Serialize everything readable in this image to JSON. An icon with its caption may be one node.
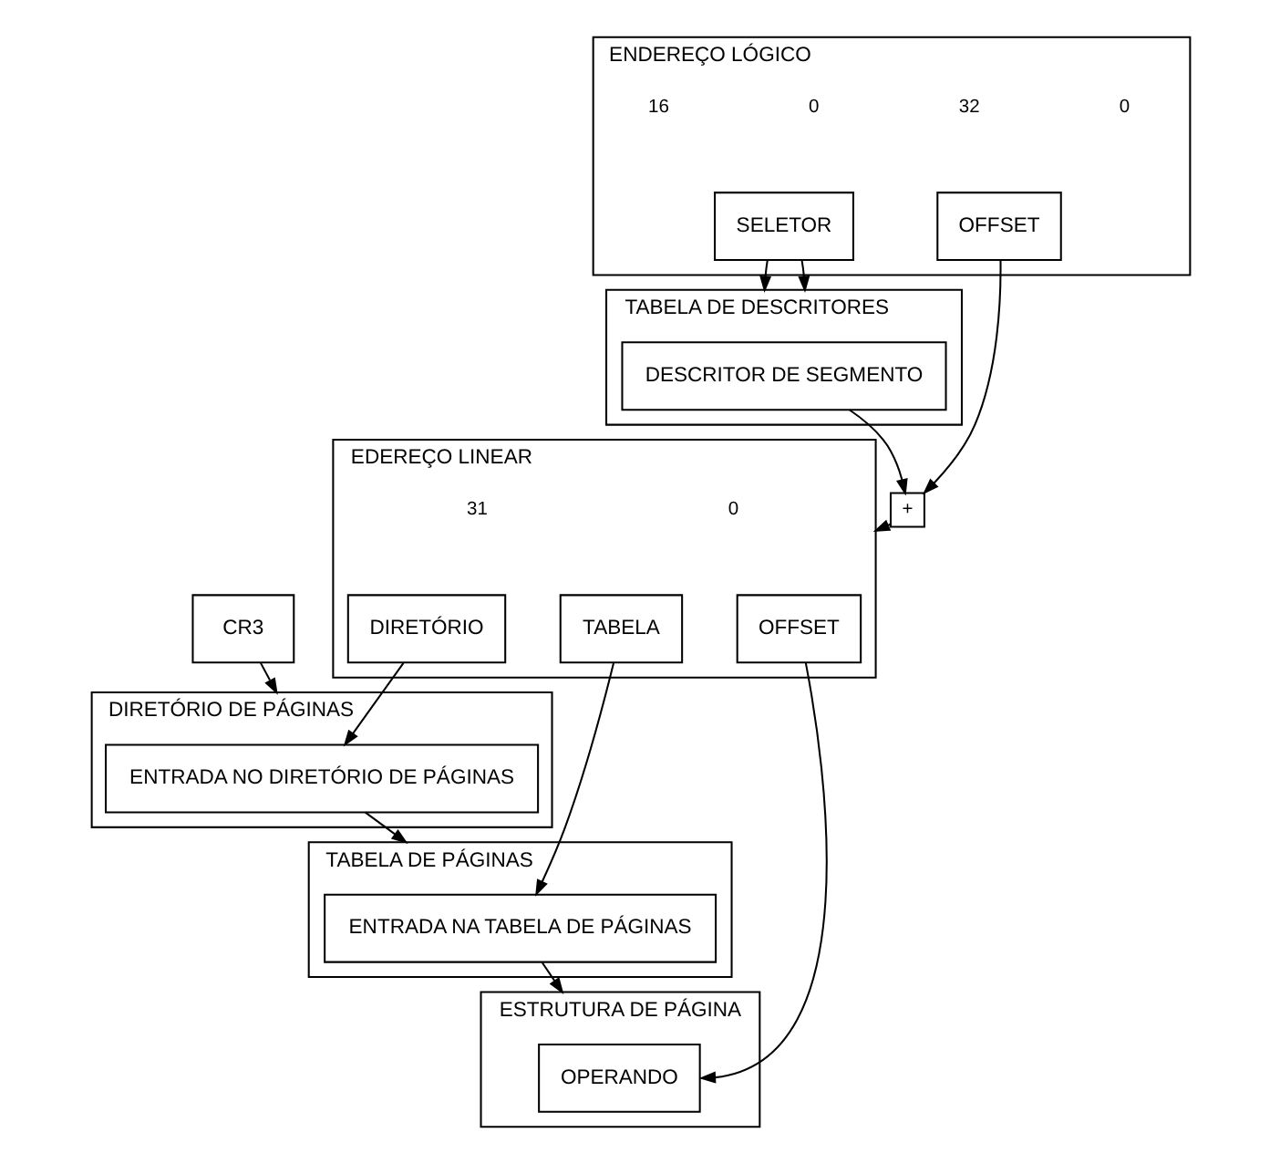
{
  "diagram": {
    "nodes": [
      {
        "text": [
          "ENDEREÇO LÓGICO"
        ]
      },
      {
        "text": [
          "SELETOR"
        ],
        "in": 0
      },
      {
        "text": [
          "OFFSET"
        ],
        "in": 0
      },
      {
        "text": [
          "TABELA DE DESCRITORES"
        ]
      },
      {
        "text": [
          "DESCRITOR DE SEGMENTO"
        ],
        "in": 3
      },
      {
        "text": [
          "+"
        ]
      },
      {
        "text": [
          "EDEREÇO LINEAR"
        ]
      },
      {
        "text": [
          "DIRETÓRIO"
        ],
        "in": 6
      },
      {
        "text": [
          "TABELA"
        ],
        "in": 6
      },
      {
        "text": [
          "OFFSET"
        ],
        "in": 6
      },
      {
        "text": [
          "ESTRUTURA DE PÁGINA"
        ]
      },
      {
        "text": [
          "OPERANDO"
        ],
        "in": 10
      },
      {
        "text": [
          "DIRETÓRIO DE PÁGINAS"
        ]
      },
      {
        "text": [
          "ENTRADA NO DIRETÓRIO DE PÁGINAS"
        ],
        "in": 12
      },
      {
        "text": [
          "TABELA DE PÁGINAS"
        ]
      },
      {
        "text": [
          "ENTRADA NA TABELA DE PÁGINAS"
        ],
        "in": 14
      },
      {
        "text": [
          "CR3"
        ]
      }
    ],
    "edges": [
      {
        "from": 1,
        "to": 3,
        "arrow": "to"
      },
      {
        "from": 1,
        "to": 3,
        "arrow": "to"
      },
      {
        "from": 4,
        "to": 5,
        "arrow": "to"
      },
      {
        "from": 2,
        "to": 5,
        "arrow": "to"
      },
      {
        "from": 5,
        "to": 6,
        "arrow": "to"
      },
      {
        "from": 7,
        "to": 13,
        "arrow": "to"
      },
      {
        "from": 8,
        "to": 15,
        "arrow": "to"
      },
      {
        "from": 9,
        "to": 11,
        "arrow": "to"
      },
      {
        "from": 13,
        "to": 14,
        "arrow": "to"
      },
      {
        "from": 15,
        "to": 10,
        "arrow": "to"
      },
      {
        "from": 16,
        "to": 12,
        "arrow": "to"
      }
    ],
    "labels": [
      "16",
      "0",
      "32",
      "0",
      "31",
      "0"
    ]
  }
}
